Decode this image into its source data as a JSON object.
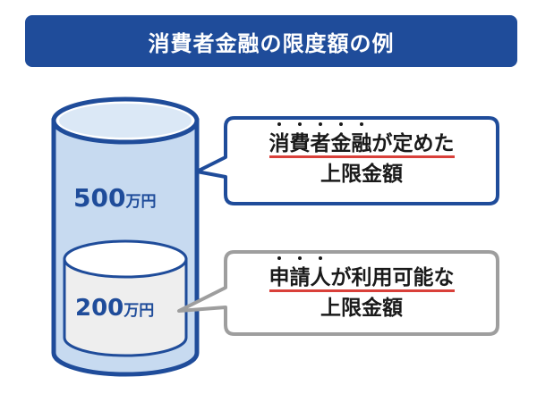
{
  "title": "消費者金融の限度額の例",
  "outer_amount": {
    "number": "500",
    "unit": "万円"
  },
  "inner_amount": {
    "number": "200",
    "unit": "万円"
  },
  "callout_top": {
    "line1_dotted": [
      "消",
      "費",
      "者",
      "金",
      "融"
    ],
    "line1_rest": "が定めた",
    "line2": "上限金額"
  },
  "callout_bottom": {
    "line1_dotted": [
      "申",
      "請",
      "人"
    ],
    "line1_rest": "が利用可能な",
    "line2": "上限金額"
  },
  "colors": {
    "brand_blue": "#1f4c9a",
    "light_blue": "#c7daf0",
    "inner_gray": "#eeeeee",
    "callout_gray": "#9e9e9e",
    "underline_red": "#d9403a"
  }
}
